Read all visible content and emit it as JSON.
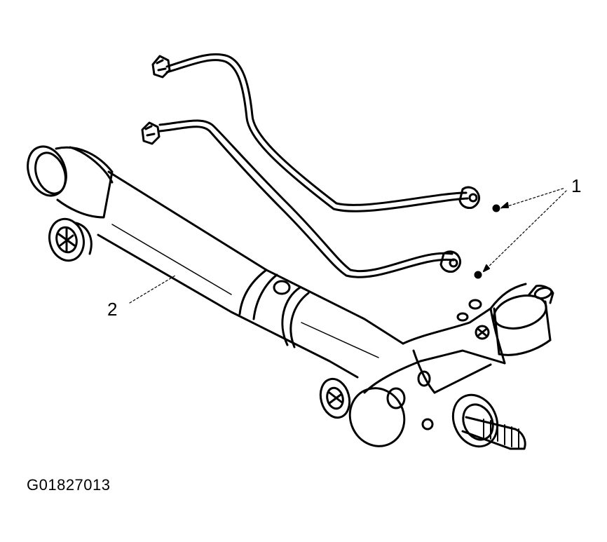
{
  "figure": {
    "callouts": [
      {
        "id": "1",
        "label": "1",
        "part": "o-ring-seals"
      },
      {
        "id": "2",
        "label": "2",
        "part": "steering-gear-assembly"
      }
    ],
    "figure_id": "G01827013"
  },
  "colors": {
    "line": "#000000",
    "background": "#ffffff"
  }
}
